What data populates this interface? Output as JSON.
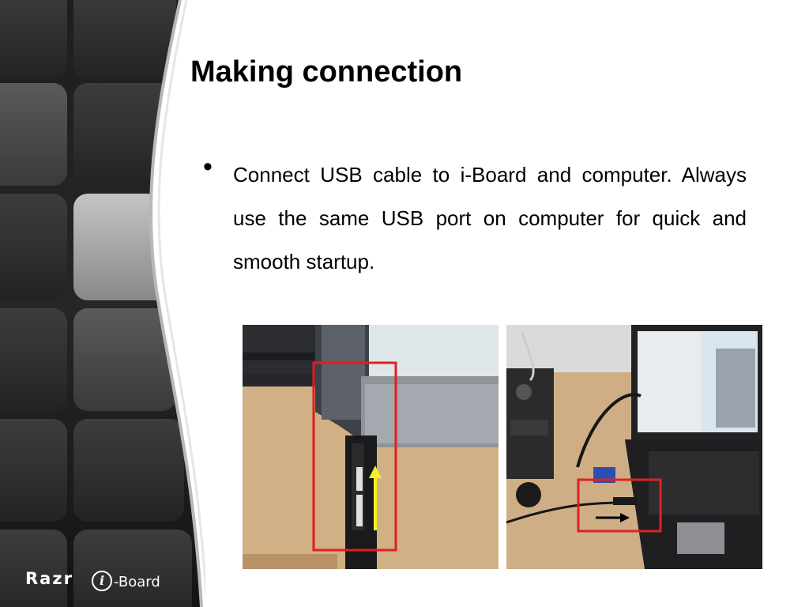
{
  "slide": {
    "title": "Making connection",
    "bullets": [
      {
        "text": "Connect USB cable to i-Board and computer. Always use the same USB port on computer for quick and smooth startup."
      }
    ]
  },
  "logos": {
    "razr": "Razr",
    "iboard_mark": "i",
    "iboard_text": "-Board"
  },
  "colors": {
    "title": "#000000",
    "highlight_box": "#e02020",
    "arrow_up": "#f5f02a",
    "arrow_right": "#000000"
  }
}
